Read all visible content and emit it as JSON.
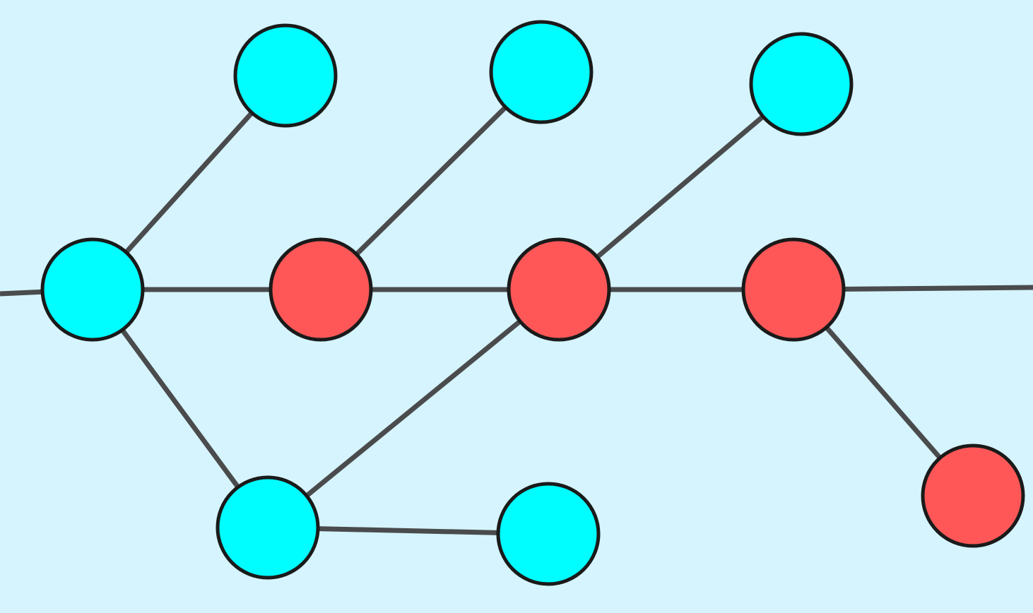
{
  "diagram": {
    "type": "graph",
    "background_color": "#d5f4fd",
    "colors": {
      "cyan_node": "#00fdff",
      "red_node": "#ff5757",
      "edge": "#4a4b4d",
      "node_outline": "#1a1a1a"
    },
    "nodes": [
      {
        "id": "c1",
        "color": "cyan"
      },
      {
        "id": "c2",
        "color": "cyan"
      },
      {
        "id": "c3",
        "color": "cyan"
      },
      {
        "id": "c4",
        "color": "cyan"
      },
      {
        "id": "r1",
        "color": "red"
      },
      {
        "id": "r2",
        "color": "red"
      },
      {
        "id": "r3",
        "color": "red"
      },
      {
        "id": "c5",
        "color": "cyan"
      },
      {
        "id": "c6",
        "color": "cyan"
      },
      {
        "id": "r4",
        "color": "red"
      }
    ],
    "edges": [
      {
        "from": "left-edge",
        "to": "c4"
      },
      {
        "from": "c4",
        "to": "c1"
      },
      {
        "from": "c4",
        "to": "r1"
      },
      {
        "from": "c4",
        "to": "c5"
      },
      {
        "from": "r1",
        "to": "c2"
      },
      {
        "from": "r1",
        "to": "r2"
      },
      {
        "from": "r2",
        "to": "c3"
      },
      {
        "from": "r2",
        "to": "r3"
      },
      {
        "from": "r2",
        "to": "c5"
      },
      {
        "from": "r3",
        "to": "right-edge"
      },
      {
        "from": "r3",
        "to": "r4"
      },
      {
        "from": "c5",
        "to": "c6"
      }
    ]
  }
}
